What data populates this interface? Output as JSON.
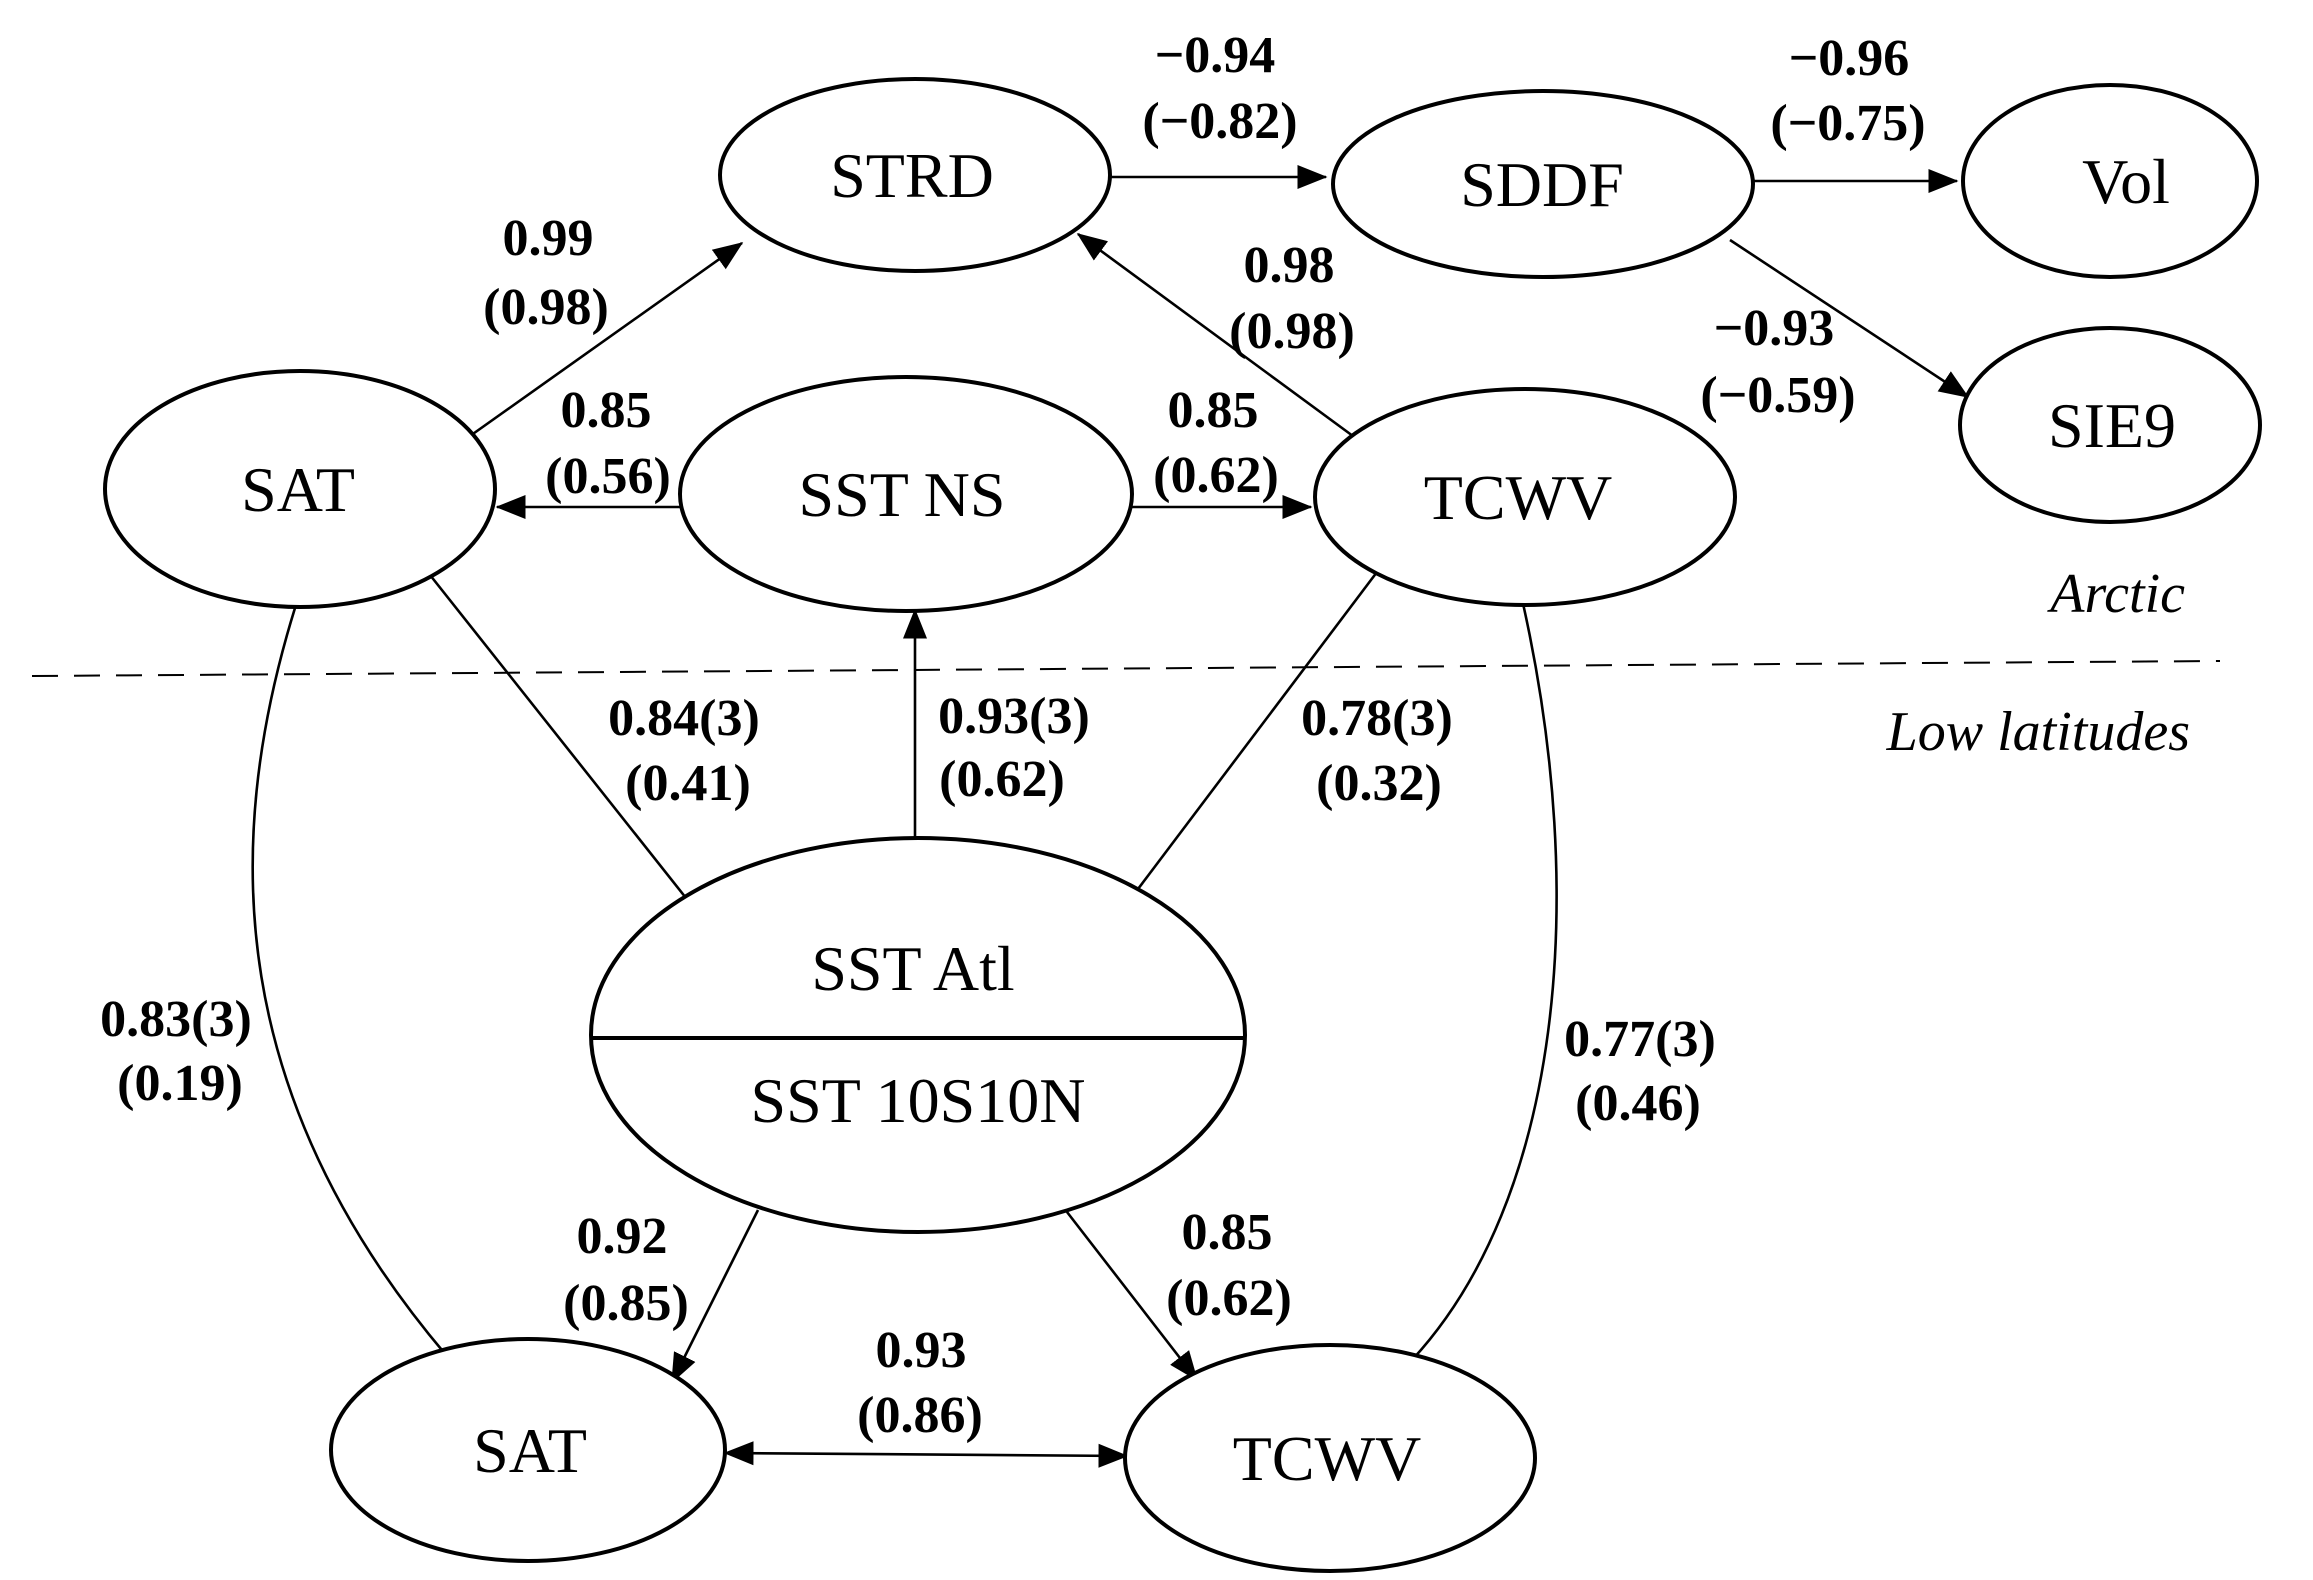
{
  "regions": {
    "upper": "Arctic",
    "lower": "Low latitudes"
  },
  "nodes": {
    "strd": "STRD",
    "sddf": "SDDF",
    "vol": "Vol",
    "sie9": "SIE9",
    "sat_arctic": "SAT",
    "sst_ns": "SST NS",
    "tcwv_arctic": "TCWV",
    "sst_atl": "SST Atl",
    "sst_10s10n": "SST 10S10N",
    "sat_low": "SAT",
    "tcwv_low": "TCWV"
  },
  "edges": {
    "strd_sddf": [
      "−0.94",
      "(−0.82)"
    ],
    "sddf_vol": [
      "−0.96",
      "(−0.75)"
    ],
    "sddf_sie9": [
      "−0.93",
      "(−0.59)"
    ],
    "sat_strd": [
      "0.99",
      "(0.98)"
    ],
    "tcwv_strd": [
      "0.98",
      "(0.98)"
    ],
    "sstns_sat": [
      "0.85",
      "(0.56)"
    ],
    "sstns_tcwv": [
      "0.85",
      "(0.62)"
    ],
    "atl_sat_arctic": [
      "0.84(3)",
      "(0.41)"
    ],
    "atl_sstns": [
      "0.93(3)",
      "(0.62)"
    ],
    "atl_tcwv_arctic": [
      "0.78(3)",
      "(0.32)"
    ],
    "satlow_sat_arctic": [
      "0.83(3)",
      "(0.19)"
    ],
    "tcwvlow_tcwv_arctic": [
      "0.77(3)",
      "(0.46)"
    ],
    "center_satlow": [
      "0.92",
      "(0.85)"
    ],
    "center_tcwvlow": [
      "0.85",
      "(0.62)"
    ],
    "satlow_tcwvlow": [
      "0.93",
      "(0.86)"
    ]
  }
}
